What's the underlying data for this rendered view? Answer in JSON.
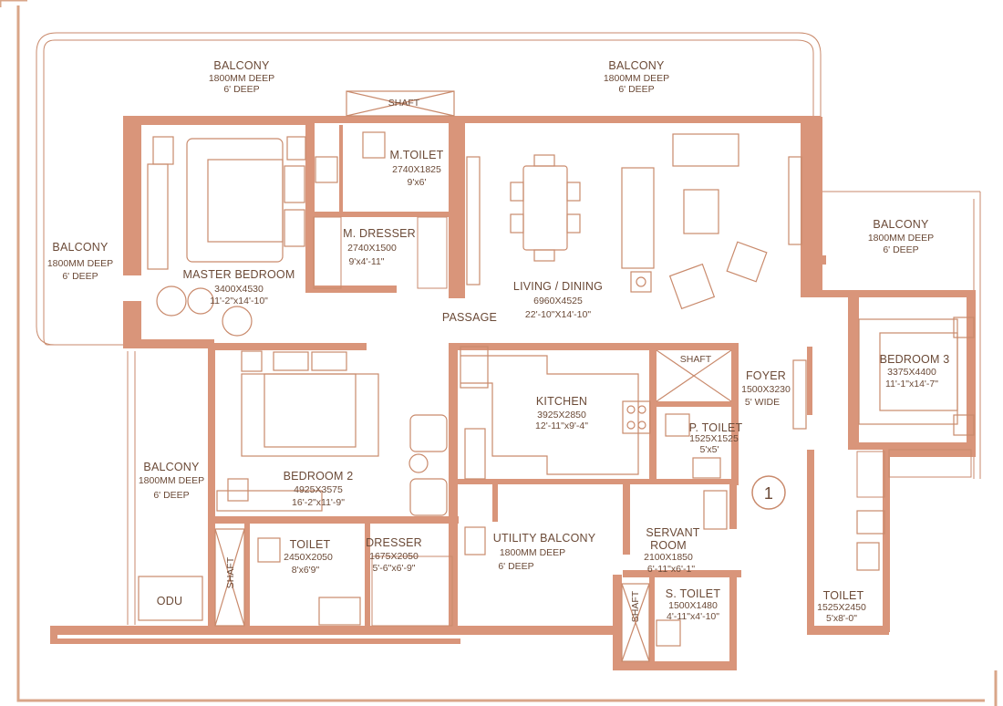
{
  "colors": {
    "wall": "#d9957a",
    "line": "#c98a6c",
    "text": "#6b4a37",
    "frame": "#d9a689"
  },
  "rooms": {
    "balcony_top_left": {
      "name": "BALCONY",
      "size": "1800MM DEEP",
      "ft": "6' DEEP"
    },
    "balcony_top_right": {
      "name": "BALCONY",
      "size": "1800MM DEEP",
      "ft": "6' DEEP"
    },
    "balcony_left": {
      "name": "BALCONY",
      "size": "1800MM DEEP",
      "ft": "6' DEEP"
    },
    "balcony_right": {
      "name": "BALCONY",
      "size": "1800MM DEEP",
      "ft": "6' DEEP"
    },
    "balcony_bottom_left": {
      "name": "BALCONY",
      "size": "1800MM DEEP",
      "ft": "6' DEEP"
    },
    "shaft_top": {
      "name": "SHAFT"
    },
    "shaft_kitchen": {
      "name": "SHAFT"
    },
    "shaft_left": {
      "name": "SHAFT"
    },
    "shaft_servant": {
      "name": "SHAFT"
    },
    "m_toilet": {
      "name": "M.TOILET",
      "size": "2740X1825",
      "ft": "9'x6'"
    },
    "m_dresser": {
      "name": "M. DRESSER",
      "size": "2740X1500",
      "ft": "9'x4'-11\""
    },
    "master_bedroom": {
      "name": "MASTER BEDROOM",
      "size": "3400X4530",
      "ft": "11'-2\"x14'-10\""
    },
    "living_dining": {
      "name": "LIVING / DINING",
      "size": "6960X4525",
      "ft": "22'-10\"X14'-10\""
    },
    "passage": {
      "name": "PASSAGE"
    },
    "kitchen": {
      "name": "KITCHEN",
      "size": "3925X2850",
      "ft": "12'-11\"x9'-4\""
    },
    "foyer": {
      "name": "FOYER",
      "size": "1500X3230",
      "ft": "5' WIDE"
    },
    "p_toilet": {
      "name": "P. TOILET",
      "size": "1525X1525",
      "ft": "5'x5'"
    },
    "bedroom3": {
      "name": "BEDROOM 3",
      "size": "3375X4400",
      "ft": "11'-1\"x14'-7\""
    },
    "bedroom2": {
      "name": "BEDROOM 2",
      "size": "4925X3575",
      "ft": "16'-2\"x11'-9\""
    },
    "toilet_b2": {
      "name": "TOILET",
      "size": "2450X2050",
      "ft": "8'x6'9\""
    },
    "dresser": {
      "name": "DRESSER",
      "size": "1675X2050",
      "ft": "5'-6\"x6'-9\""
    },
    "utility_balcony": {
      "name": "UTILITY BALCONY",
      "size": "1800MM DEEP",
      "ft": "6' DEEP"
    },
    "servant_room": {
      "name": "SERVANT",
      "name2": "ROOM",
      "size": "2100X1850",
      "ft": "6'-11\"x6'-1\""
    },
    "s_toilet": {
      "name": "S. TOILET",
      "size": "1500X1480",
      "ft": "4'-11\"x4'-10\""
    },
    "toilet_b3": {
      "name": "TOILET",
      "size": "1525X2450",
      "ft": "5'x8'-0\""
    },
    "odu": {
      "name": "ODU"
    }
  },
  "entrance": {
    "number": "1"
  }
}
